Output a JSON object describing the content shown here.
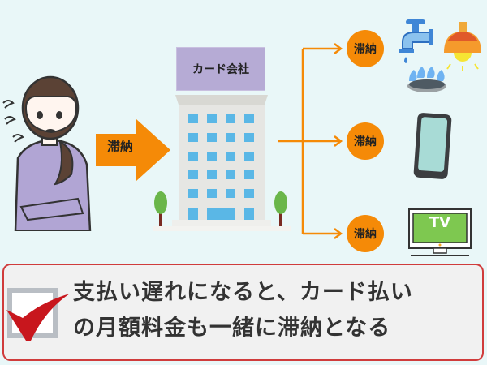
{
  "diagram": {
    "subject": "worried-woman",
    "main_arrow": {
      "label": "滞納",
      "color": "#f58a07"
    },
    "company": {
      "sign_label": "カード会社",
      "sign_color": "#b6abd5"
    },
    "branches": [
      {
        "badge": "滞納",
        "services": [
          "water",
          "electricity",
          "gas"
        ]
      },
      {
        "badge": "滞納",
        "services": [
          "smartphone"
        ]
      },
      {
        "badge": "滞納",
        "services": [
          "tv"
        ],
        "tv_label": "TV"
      }
    ]
  },
  "note": {
    "icon": "checkmark-icon",
    "lines": [
      "支払い遅れになると、カード払い",
      "の月額料金も一緒に滞納となる"
    ],
    "border_color": "#d03c3c"
  }
}
